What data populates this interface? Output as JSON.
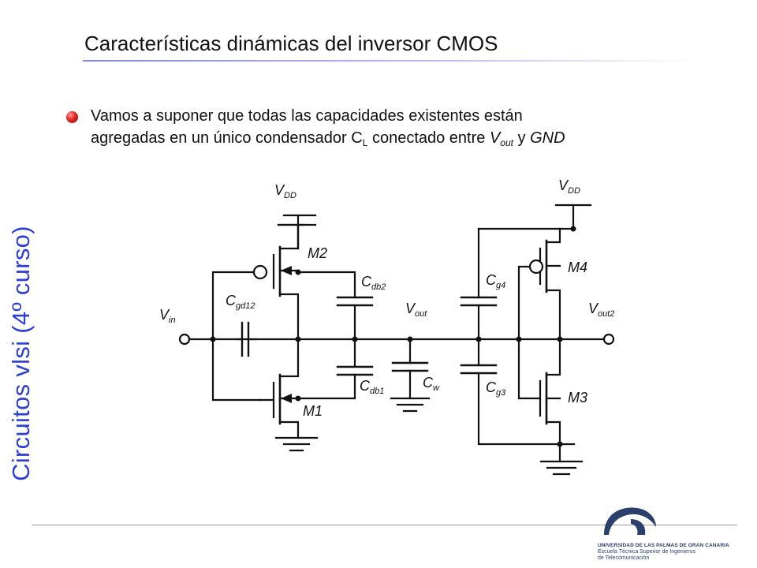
{
  "slide": {
    "side_title": "Circuitos vlsi (4º curso)",
    "title": "Características dinámicas del inversor CMOS"
  },
  "bullet": {
    "line1": "Vamos a suponer que todas las capacidades existentes están",
    "line2_a": "agregadas en un único condensador C",
    "line2_sub_L": "L",
    "line2_b": " conectado entre ",
    "line2_vout_v": "V",
    "line2_vout_sub": "out",
    "line2_c": " y ",
    "line2_gnd": "GND"
  },
  "schematic": {
    "vdd_left": {
      "main": "V",
      "sub": "DD"
    },
    "vdd_right": {
      "main": "V",
      "sub": "DD"
    },
    "m2": "M2",
    "m1": "M1",
    "m4": "M4",
    "m3": "M3",
    "vin": {
      "main": "V",
      "sub": "in"
    },
    "cgd12": {
      "main": "C",
      "sub": "gd12"
    },
    "cdb2": {
      "main": "C",
      "sub": "db2"
    },
    "cdb1": {
      "main": "C",
      "sub": "db1"
    },
    "vout": {
      "main": "V",
      "sub": "out"
    },
    "cw": {
      "main": "C",
      "sub": "w"
    },
    "cg4": {
      "main": "C",
      "sub": "g4"
    },
    "cg3": {
      "main": "C",
      "sub": "g3"
    },
    "vout2": {
      "main": "V",
      "sub": "out2"
    }
  },
  "footer": {
    "university": "UNIVERSIDAD DE LAS PALMAS DE GRAN CANARIA",
    "school_line1": "Escuela Técnica Superior de Ingenieros",
    "school_line2": "de Telecomunicación"
  },
  "colors": {
    "side_title": "#2b3fd6",
    "bullet": "#e0251f",
    "logo": "#2a3f6c"
  }
}
